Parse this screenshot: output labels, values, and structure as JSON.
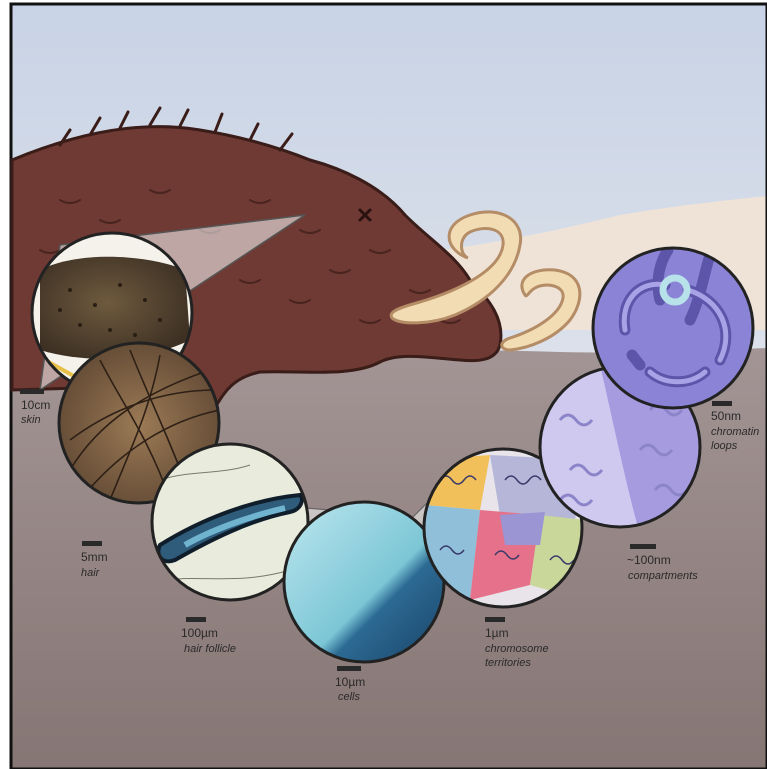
{
  "scales": [
    {
      "id": "skin",
      "value": "10cm",
      "name_lines": [
        "skin"
      ]
    },
    {
      "id": "hair",
      "value": "5mm",
      "name_lines": [
        "hair"
      ]
    },
    {
      "id": "hair-follicle",
      "value": "100µm",
      "name_lines": [
        "hair follicle"
      ]
    },
    {
      "id": "cells",
      "value": "10µm",
      "name_lines": [
        "cells"
      ]
    },
    {
      "id": "chromosome-territories",
      "value": "1µm",
      "name_lines": [
        "chromosome",
        "territories"
      ]
    },
    {
      "id": "compartments",
      "value": "~100nm",
      "name_lines": [
        "compartments"
      ]
    },
    {
      "id": "chromatin-loops",
      "value": "50nm",
      "name_lines": [
        "chromatin",
        "loops"
      ]
    }
  ],
  "colors": {
    "sky_top": "#c8d3e6",
    "sky_bottom": "#f3f1ee",
    "hills": "#efe4d9",
    "ground_top": "#9d8f8f",
    "ground_bottom": "#8a7a78",
    "mammoth_fur": "#6e3a33",
    "mammoth_shadow": "#4a2420",
    "tusk": "#f2dcb4",
    "tusk_outline": "#b48c66",
    "skin_tissue": "#5b4a35",
    "hair_tissue": "#8a6a48",
    "follicle_stain": "#2f5c7a",
    "cell_cyan": "#8fd2dd",
    "cell_blue": "#1f4c76",
    "territory_colors": [
      "#f2c05a",
      "#e5728a",
      "#8fbfd9",
      "#b6b7d8",
      "#c9d79a",
      "#f08a7e"
    ],
    "compartment_purple": "#a79be0",
    "loop_purple": "#8b84d6",
    "loop_strand": "#6b63b8",
    "cohesin": "#b8e2ea"
  },
  "icons": [
    "mammoth-illustration",
    "magnifier-zoom-circles"
  ]
}
